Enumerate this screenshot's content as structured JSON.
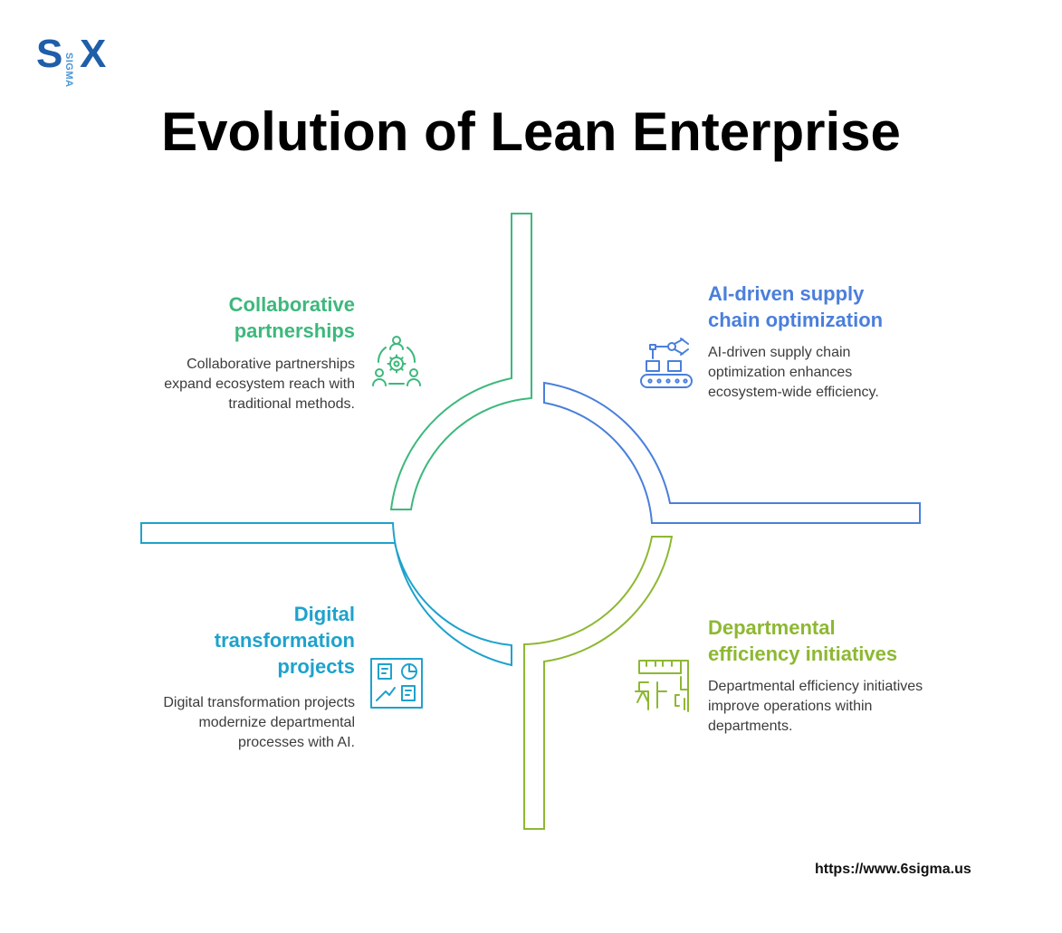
{
  "logo": {
    "big_s": "S",
    "big_x": "X",
    "small": "SIGMA"
  },
  "title": "Evolution of Lean Enterprise",
  "colors": {
    "green": "#3db87c",
    "blue": "#4a7fdc",
    "cyan": "#1ea2cc",
    "lime": "#8db832"
  },
  "items": [
    {
      "heading": "Collaborative partnerships",
      "description": "Collaborative partnerships expand ecosystem reach with traditional methods.",
      "icon": "team-gear-icon"
    },
    {
      "heading": "AI-driven supply chain optimization",
      "description": "AI-driven supply chain optimization enhances ecosystem-wide efficiency.",
      "icon": "robotic-conveyor-icon"
    },
    {
      "heading": "Digital transformation projects",
      "description": "Digital transformation projects modernize departmental processes with AI.",
      "icon": "dashboard-icon"
    },
    {
      "heading": "Departmental efficiency initiatives",
      "description": "Departmental efficiency initiatives improve operations within departments.",
      "icon": "office-floorplan-icon"
    }
  ],
  "footer": {
    "url": "https://www.6sigma.us"
  }
}
